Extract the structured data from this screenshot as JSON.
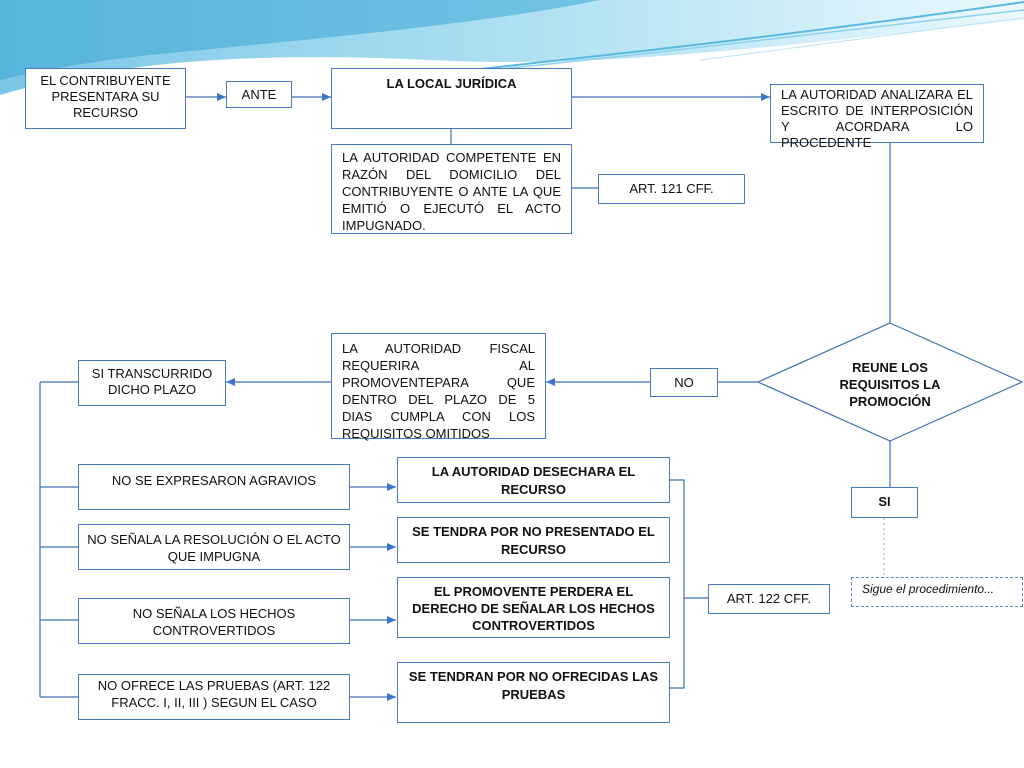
{
  "nodes": {
    "contribuyente": "EL CONTRIBUYENTE PRESENTARA SU RECURSO",
    "ante": "ANTE",
    "local_juridica": "LA LOCAL JURÍDICA",
    "autoridad_competente": "LA AUTORIDAD COMPETENTE EN RAZÓN DEL DOMICILIO DEL CONTRIBUYENTE O ANTE LA QUE EMITIÓ O EJECUTÓ EL ACTO IMPUGNADO.",
    "art121": "ART. 121 CFF.",
    "autoridad_analizara": "LA AUTORIDAD ANALIZARA EL ESCRITO DE INTERPOSICIÓN Y ACORDARA LO PROCEDENTE",
    "reune_requisitos": "REUNE LOS REQUISITOS LA PROMOCIÓN",
    "no": "NO",
    "si": "SI",
    "sigue": "Sigue el procedimiento...",
    "autoridad_fiscal": "LA AUTORIDAD FISCAL REQUERIRA AL PROMOVENTEPARA QUE DENTRO DEL PLAZO DE 5 DIAS CUMPLA CON LOS REQUISITOS OMITIDOS",
    "si_transcurrido": "SI TRANSCURRIDO DICHO PLAZO",
    "cond1": "NO SE EXPRESARON AGRAVIOS",
    "cond2": "NO SEÑALA LA RESOLUCIÓN O EL ACTO QUE IMPUGNA",
    "cond3": "NO SEÑALA LOS HECHOS CONTROVERTIDOS",
    "cond4": "NO OFRECE LAS PRUEBAS (ART. 122 FRACC. I, II, III ) SEGUN EL CASO",
    "res1": "LA AUTORIDAD DESECHARA EL RECURSO",
    "res2": "SE TENDRA POR NO PRESENTADO EL RECURSO",
    "res3": "EL PROMOVENTE PERDERA EL DERECHO DE SEÑALAR LOS HECHOS CONTROVERTIDOS",
    "res4": "SE TENDRAN POR NO OFRECIDAS LAS PRUEBAS",
    "art122": "ART. 122 CFF."
  },
  "colors": {
    "border": "#4a7bbf",
    "line": "#3d6fb5",
    "arrow": "#3a78c9",
    "wave": "#7ec7e6"
  }
}
